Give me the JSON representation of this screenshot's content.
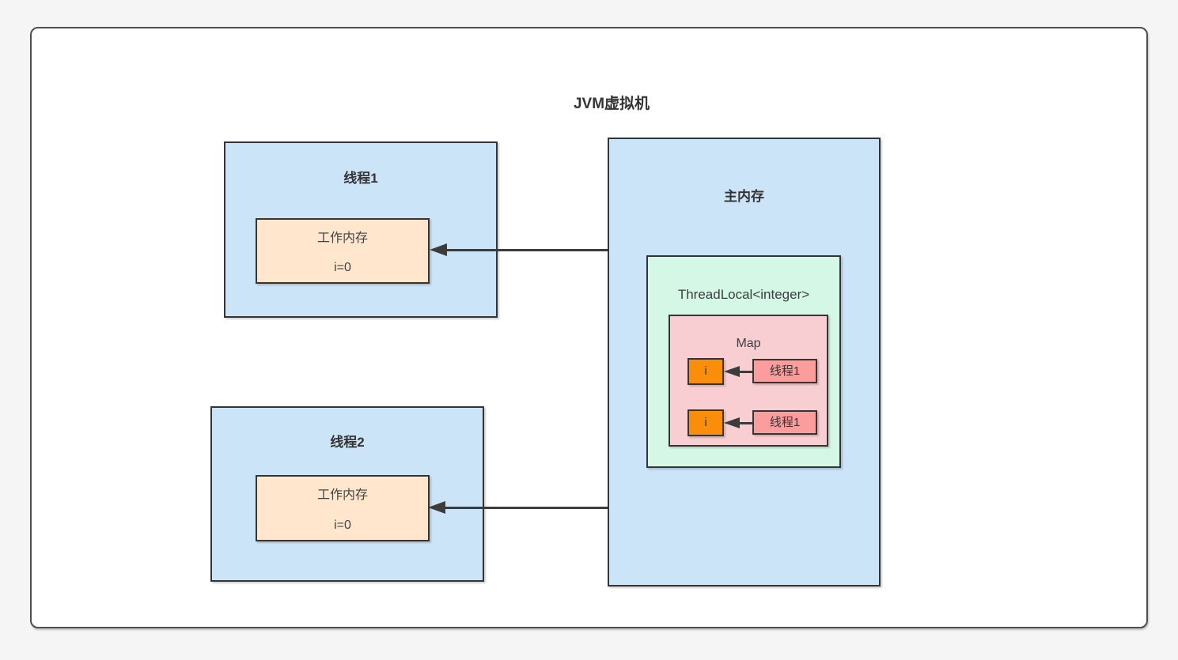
{
  "diagram": {
    "title": "JVM虚拟机",
    "thread1": {
      "label": "线程1",
      "working_memory": {
        "title": "工作内存",
        "value": "i=0"
      }
    },
    "thread2": {
      "label": "线程2",
      "working_memory": {
        "title": "工作内存",
        "value": "i=0"
      }
    },
    "main_memory": {
      "label": "主内存",
      "threadlocal": {
        "label": "ThreadLocal<integer>",
        "map": {
          "label": "Map",
          "entries": [
            {
              "key": "i",
              "thread": "线程1"
            },
            {
              "key": "i",
              "thread": "线程1"
            }
          ]
        }
      }
    }
  },
  "colors": {
    "page_background": "#f5f5f6",
    "panel_background": "#ffffff",
    "panel_border": "#4e4e4e",
    "box_border": "#343434",
    "thread_box_fill": "#cce4f8",
    "working_memory_fill": "#ffe6cc",
    "threadlocal_fill": "#d5f8e6",
    "map_fill": "#f9ced2",
    "key_fill": "#fa8e0b",
    "thread_tag_fill": "#fb9d9d",
    "arrow": "#3c3c3c",
    "text": "#3d3d3d"
  }
}
